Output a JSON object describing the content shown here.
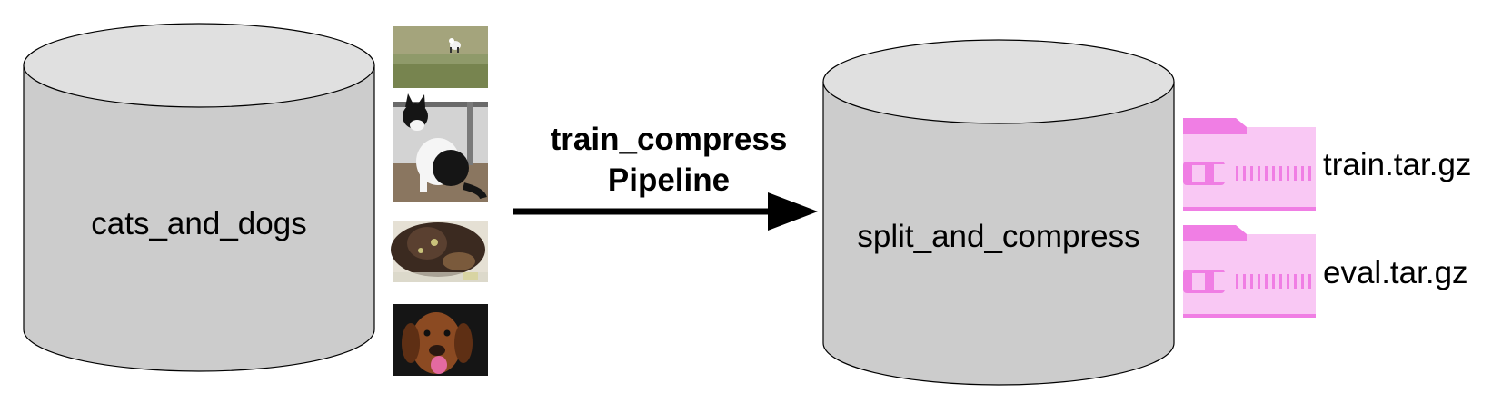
{
  "source": {
    "label": "cats_and_dogs",
    "images": [
      {
        "subject": "white-cat-on-grass",
        "colors": [
          "#8f9a6a",
          "#a9a67c",
          "#7c8758"
        ]
      },
      {
        "subject": "black-white-cat",
        "colors": [
          "#d8d8d8",
          "#1a1a1a",
          "#8a7660"
        ]
      },
      {
        "subject": "brown-cat-lying",
        "colors": [
          "#3b2a20",
          "#7a5a3c",
          "#e5e0d4"
        ]
      },
      {
        "subject": "brown-dog",
        "colors": [
          "#151515",
          "#8b4a22",
          "#c07040"
        ]
      }
    ]
  },
  "pipeline": {
    "line1": "train_compress",
    "line2": "Pipeline"
  },
  "target": {
    "label": "split_and_compress",
    "files": [
      {
        "name": "train.tar.gz",
        "icon": "zip-folder-icon"
      },
      {
        "name": "eval.tar.gz",
        "icon": "zip-folder-icon"
      }
    ]
  },
  "colors": {
    "cylinder_body": "#cccccc",
    "cylinder_top": "#e0e0e0",
    "cylinder_stroke": "#000000",
    "folder": "#f9c8f4",
    "folder_dark": "#f07ee4",
    "arrow": "#000000"
  }
}
